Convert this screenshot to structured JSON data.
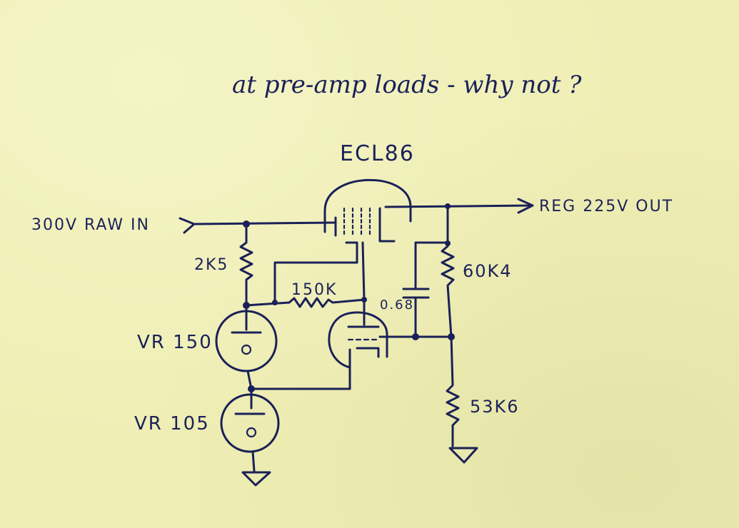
{
  "note": "at pre-amp loads - why not ?",
  "tube_label": "ECL86",
  "input_label": "300V RAW IN",
  "output_label": "REG 225V OUT",
  "components": {
    "r_feed": "2K5",
    "r_bias": "150K",
    "r_top": "60K4",
    "r_bottom": "53K6",
    "cap": "0.68",
    "vr_upper": "VR 150",
    "vr_lower": "VR 105"
  },
  "colors": {
    "paper": "#efeeb4",
    "ink": "#1a2158"
  }
}
